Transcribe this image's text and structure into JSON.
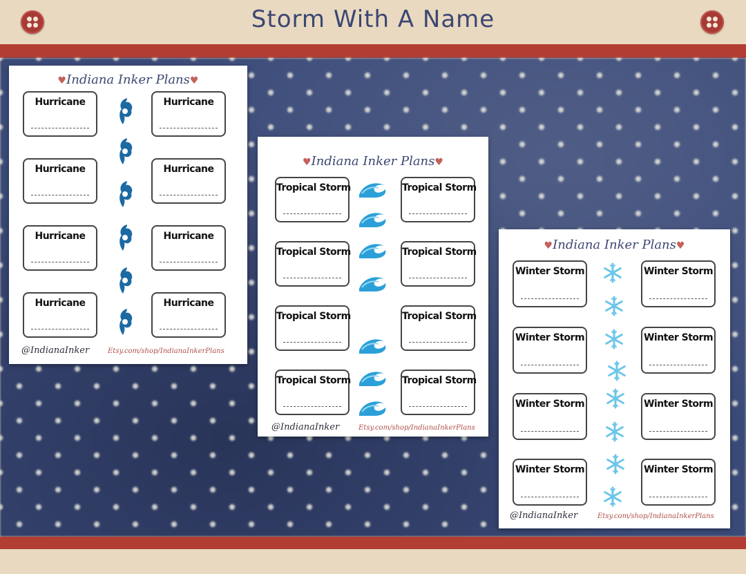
{
  "page": {
    "title": "Storm With A Name"
  },
  "colors": {
    "accent_red": "#b23e33",
    "beige": "#e8d9c0",
    "navy_text": "#3c4672",
    "hurricane_icon": "#1c6aa3",
    "wave_icon": "#2ba0d8",
    "snowflake_icon": "#6cc6e8"
  },
  "sheets": [
    {
      "heading": "Indiana Inker Plans",
      "label": "Hurricane",
      "icon": "hurricane-icon",
      "handle": "@IndianaInker",
      "shop": "Etsy.com/shop/IndianaInkerPlans"
    },
    {
      "heading": "Indiana Inker Plans",
      "label": "Tropical Storm",
      "icon": "wave-icon",
      "handle": "@IndianaInker",
      "shop": "Etsy.com/shop/IndianaInkerPlans"
    },
    {
      "heading": "Indiana Inker Plans",
      "label": "Winter Storm",
      "icon": "snowflake-icon",
      "handle": "@IndianaInker",
      "shop": "Etsy.com/shop/IndianaInkerPlans"
    }
  ]
}
